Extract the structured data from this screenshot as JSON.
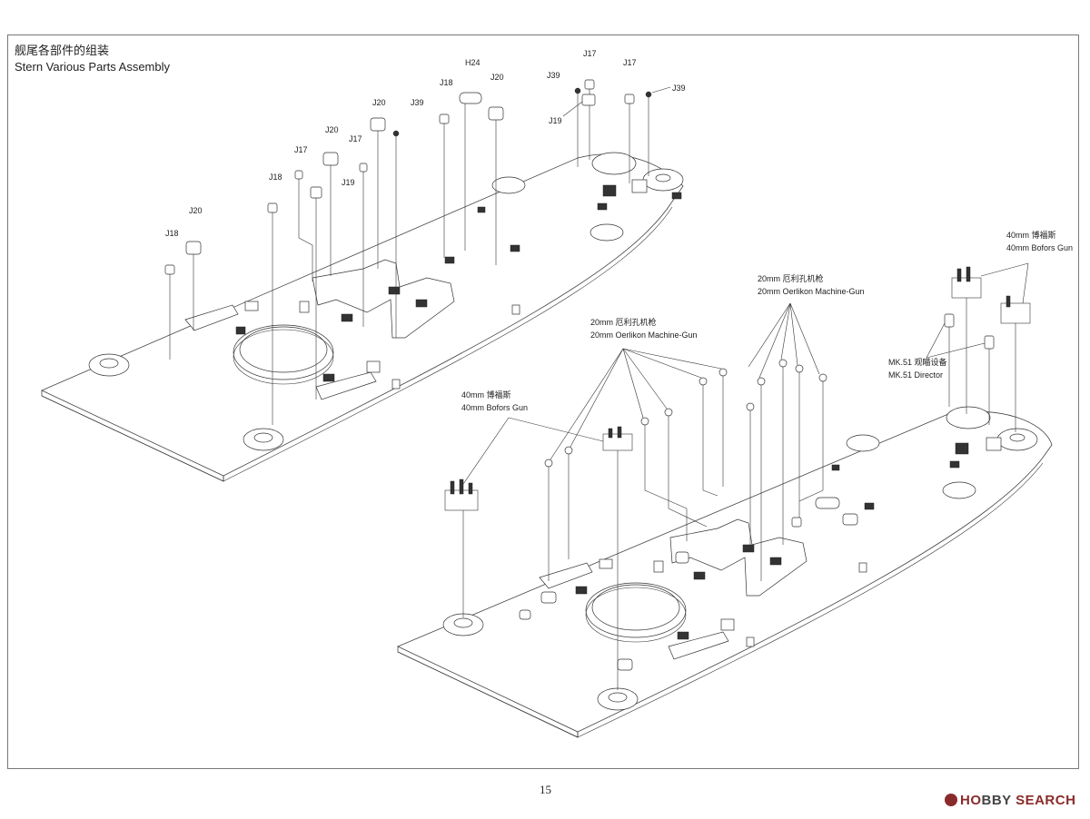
{
  "title": {
    "cn": "舰尾各部件的组装",
    "en": "Stern Various Parts Assembly"
  },
  "part_labels": {
    "j17": "J17",
    "j18": "J18",
    "j19": "J19",
    "j20": "J20",
    "j39": "J39",
    "h24": "H24"
  },
  "callouts": {
    "bofors_right_cn": "40mm 博福斯",
    "bofors_right_en": "40mm Bofors Gun",
    "oerlikon_right_cn": "20mm 厄利孔机枪",
    "oerlikon_right_en": "20mm Oerlikon Machine-Gun",
    "oerlikon_mid_cn": "20mm 厄利孔机枪",
    "oerlikon_mid_en": "20mm Oerlikon Machine-Gun",
    "mk51_cn": "MK.51 观瞄设备",
    "mk51_en": "MK.51 Director",
    "bofors_left_cn": "40mm 博福斯",
    "bofors_left_en": "40mm Bofors Gun"
  },
  "page_number": "15",
  "watermark": {
    "brand_red": "HO",
    "brand_mid": "BBY",
    "brand_tail": " SEARCH"
  },
  "colors": {
    "line": "#333333",
    "watermark": "#8a2b2b"
  }
}
